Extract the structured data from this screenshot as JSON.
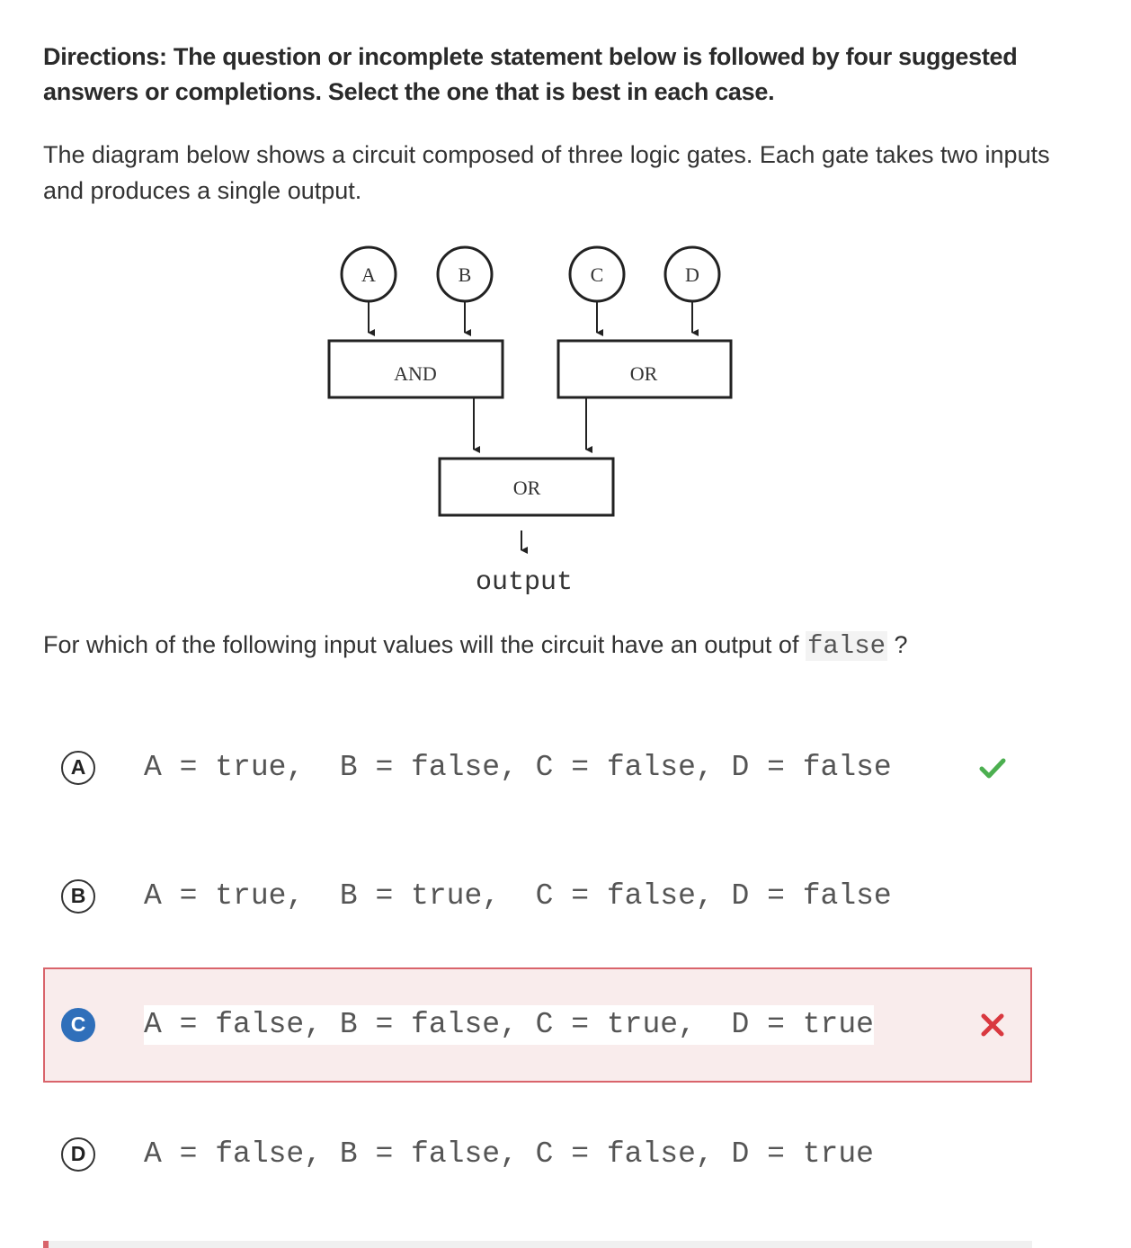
{
  "directions": "Directions: The question or incomplete statement below is followed by four suggested answers or completions. Select the one that is best in each case.",
  "stem": "The diagram below shows a circuit composed of three logic gates. Each gate takes two inputs and produces a single output.",
  "diagram": {
    "inputs": [
      "A",
      "B",
      "C",
      "D"
    ],
    "gate_and": "AND",
    "gate_or_top": "OR",
    "gate_or_bottom": "OR",
    "output_label": "output"
  },
  "question": {
    "prefix": "For which of the following input values will the circuit have an output of",
    "code": "false",
    "suffix": "?"
  },
  "choices": [
    {
      "letter": "A",
      "text": "A = true,  B = false, C = false, D = false",
      "state": "correct"
    },
    {
      "letter": "B",
      "text": "A = true,  B = true,  C = false, D = false",
      "state": "none"
    },
    {
      "letter": "C",
      "text": "A = false, B = false, C = true,  D = true",
      "state": "selected-wrong"
    },
    {
      "letter": "D",
      "text": "A = false, B = false, C = false, D = true",
      "state": "none"
    }
  ],
  "colors": {
    "correct": "#4caf50",
    "wrong": "#d9383f",
    "selected": "#2f6fba",
    "wrong_bg": "#f9ecec",
    "wrong_border": "#d9646b"
  },
  "icons": {
    "correct_mark": "check-icon",
    "wrong_mark": "x-icon"
  }
}
